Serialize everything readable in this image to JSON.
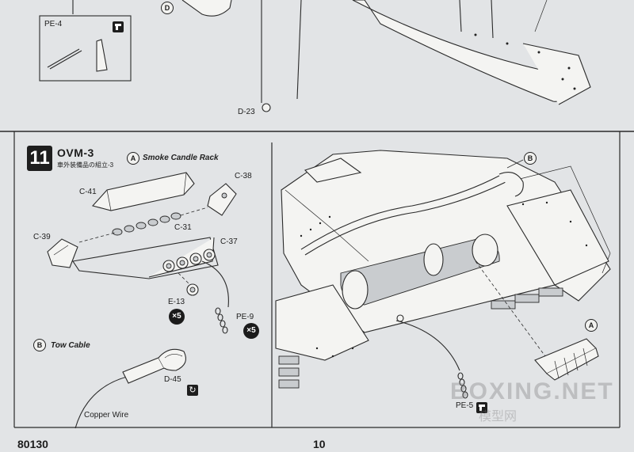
{
  "top_section": {
    "callout_d": "D",
    "pe4_label": "PE-4",
    "d23_label": "D-23"
  },
  "step": {
    "number": "11",
    "title": "OVM-3",
    "subtitle": "車外装備品の組立-3"
  },
  "sub_a": {
    "marker": "A",
    "title": "Smoke Candle Rack"
  },
  "sub_b": {
    "marker": "B",
    "title": "Tow Cable"
  },
  "parts": {
    "c38": "C-38",
    "c41": "C-41",
    "c31": "C-31",
    "c39": "C-39",
    "c37": "C-37",
    "e13": "E-13",
    "pe9": "PE-9",
    "d45": "D-45",
    "pe5": "PE-5"
  },
  "quantities": {
    "e13_qty": "×5",
    "pe9_qty": "×5"
  },
  "copper_wire": "Copper Wire",
  "right_markers": {
    "b": "B",
    "a": "A"
  },
  "watermark": {
    "text": "BOXING.NET",
    "cn": "模型网"
  },
  "footer": {
    "code": "80130",
    "page": "10"
  }
}
